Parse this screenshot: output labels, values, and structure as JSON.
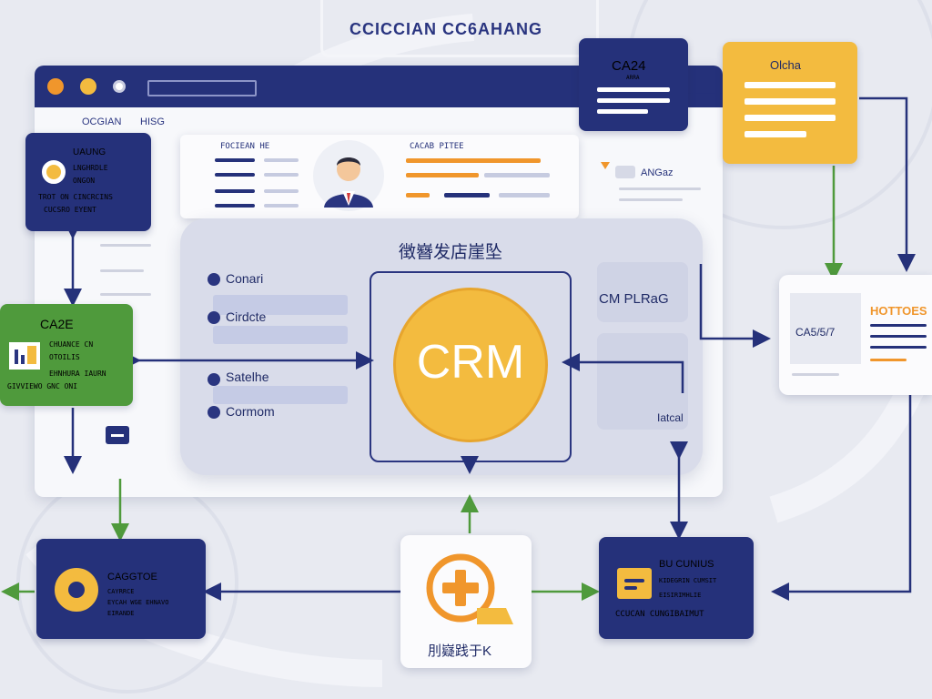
{
  "header": {
    "title": "CCICCIAN CC6AHANG"
  },
  "browser": {
    "nav_a": "OCGIAN",
    "nav_b": "HISG"
  },
  "profile_panel": {
    "label_left": "FOCIEAN HE",
    "label_right": "CACAB PITEE",
    "right_label": "ANGaz"
  },
  "crm_panel": {
    "heading": "徴嶜发店崖坠",
    "items": [
      "Conari",
      "Cirdcte",
      "Satelhe",
      "Cormom"
    ],
    "center": "CRM",
    "side_label": "CM PLRaG",
    "side_sub": "Iatcal"
  },
  "left_card": {
    "title": "UAUNG",
    "line1": "LNGHRDLE",
    "line2": "ONGON",
    "line3": "TROT ON CINCRCINS",
    "line4": "CUCSRO EYENT"
  },
  "green_card": {
    "title": "CA2E",
    "line1": "CHUANCE CN",
    "line2": "OTOILIS",
    "line3": "EHNHURA IAURN",
    "line4": "GIVVIEWO GNC ONI"
  },
  "top_navy_card": {
    "title": "CA24",
    "sub": "ARRA"
  },
  "top_yellow_card": {
    "title": "Olcha"
  },
  "right_white_card": {
    "title": "HOTTOES",
    "value": "CA5/5/7"
  },
  "bottom_left_card": {
    "title": "CAGGTOE",
    "line1": "CAYRRCE",
    "line2": "EYCAH WGE EHNAVO",
    "line3": "EIRANDE"
  },
  "bottom_center_card": {
    "label": "刖嶷践于K"
  },
  "bottom_right_card": {
    "title": "BU CUNIUS",
    "line1": "KIDEGRIN CUMSIT",
    "line2": "EISIRIMHLIE",
    "line3": "CCUCAN CUNGIBAIMUT"
  },
  "icons": [
    "circle-dot-icon",
    "avatar-icon",
    "plus-search-icon",
    "arrow-icon",
    "chart-icon"
  ],
  "colors": {
    "navy": "#25317a",
    "yellow": "#f3bb3f",
    "green": "#4f9a3c",
    "bg": "#e8eaf1",
    "orange": "#f0962c"
  }
}
